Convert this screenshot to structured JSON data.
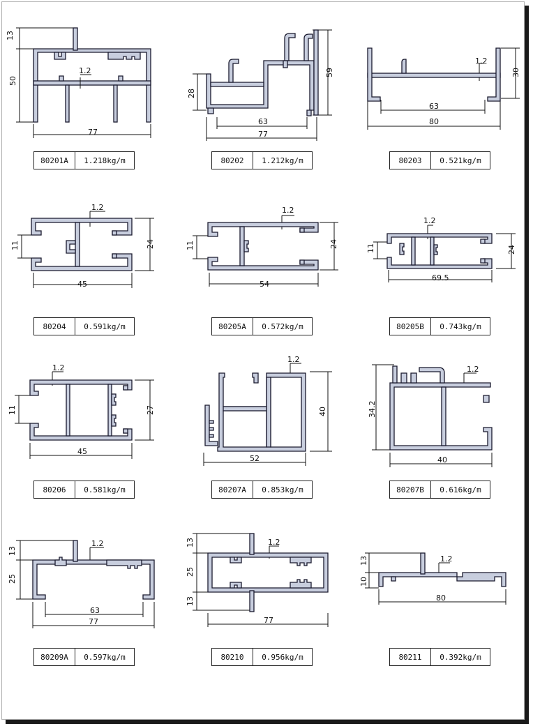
{
  "profiles": [
    {
      "code": "80201A",
      "weight": "1.218kg/m",
      "dims": {
        "width": "77",
        "height": "50",
        "top": "13",
        "wall": "1.2"
      }
    },
    {
      "code": "80202",
      "weight": "1.212kg/m",
      "dims": {
        "width": "77",
        "inner": "63",
        "height": "59",
        "left": "28"
      }
    },
    {
      "code": "80203",
      "weight": "0.521kg/m",
      "dims": {
        "width": "80",
        "inner": "63",
        "height": "30",
        "wall": "1.2"
      }
    },
    {
      "code": "80204",
      "weight": "0.591kg/m",
      "dims": {
        "width": "45",
        "height": "24",
        "slot": "11",
        "wall": "1.2"
      }
    },
    {
      "code": "80205A",
      "weight": "0.572kg/m",
      "dims": {
        "width": "54",
        "height": "24",
        "slot": "11",
        "wall": "1.2"
      }
    },
    {
      "code": "80205B",
      "weight": "0.743kg/m",
      "dims": {
        "width": "69.5",
        "height": "24",
        "slot": "11",
        "wall": "1.2"
      }
    },
    {
      "code": "80206",
      "weight": "0.581kg/m",
      "dims": {
        "width": "45",
        "height": "27",
        "slot": "11",
        "wall": "1.2"
      }
    },
    {
      "code": "80207A",
      "weight": "0.853kg/m",
      "dims": {
        "width": "52",
        "height": "40",
        "wall": "1.2"
      }
    },
    {
      "code": "80207B",
      "weight": "0.616kg/m",
      "dims": {
        "width": "40",
        "height": "34.2",
        "wall": "1.2"
      }
    },
    {
      "code": "80209A",
      "weight": "0.597kg/m",
      "dims": {
        "width": "77",
        "inner": "63",
        "height": "25",
        "top": "13",
        "wall": "1.2"
      }
    },
    {
      "code": "80210",
      "weight": "0.956kg/m",
      "dims": {
        "width": "77",
        "height": "25",
        "top": "13",
        "bottom": "13",
        "wall": "1.2"
      }
    },
    {
      "code": "80211",
      "weight": "0.392kg/m",
      "dims": {
        "width": "80",
        "height": "10",
        "top": "13",
        "wall": "1.2"
      }
    }
  ]
}
